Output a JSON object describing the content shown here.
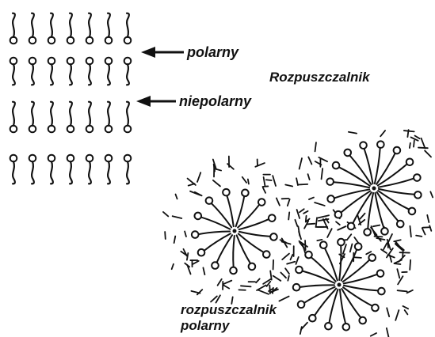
{
  "labels": {
    "polar": "polarny",
    "nonpolar": "niepolarny",
    "solvent": "Rozpuszczalnik",
    "polar_solvent_line1": "rozpuszczalnik",
    "polar_solvent_line2": "polarny"
  },
  "colors": {
    "ink": "#111111",
    "background": "#ffffff"
  }
}
